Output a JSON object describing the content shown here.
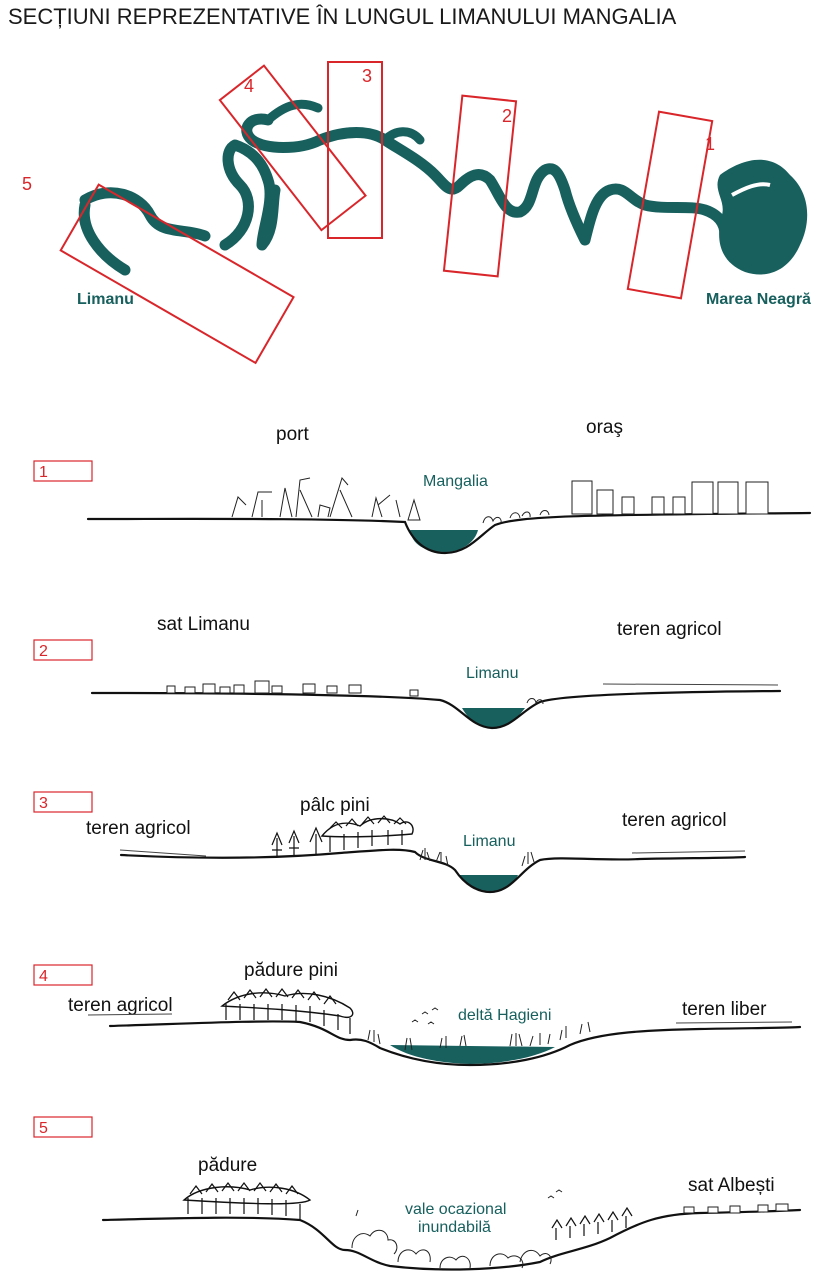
{
  "title": "SECȚIUNI REPREZENTATIVE ÎN LUNGUL LIMANULUI MANGALIA",
  "map": {
    "markers": [
      "5",
      "4",
      "3",
      "2",
      "1"
    ],
    "left_label": "Limanu",
    "right_label": "Marea Neagră"
  },
  "colors": {
    "water": "#17605e",
    "marker": "#d9262b",
    "line": "#111111"
  },
  "sections": [
    {
      "number": "1",
      "water_label": "Mangalia",
      "left_label": "port",
      "right_label": "oraş"
    },
    {
      "number": "2",
      "water_label": "Limanu",
      "left_label": "sat Limanu",
      "right_label": "teren agricol"
    },
    {
      "number": "3",
      "water_label": "Limanu",
      "left_label": "teren agricol",
      "center_label": "pâlc pini",
      "right_label": "teren agricol"
    },
    {
      "number": "4",
      "water_label": "deltă Hagieni",
      "left_label": "teren agricol",
      "center_label": "pădure pini",
      "right_label": "teren liber"
    },
    {
      "number": "5",
      "water_label_line1": "vale ocazional",
      "water_label_line2": "inundabilă",
      "left_label": "pădure",
      "right_label": "sat Albești"
    }
  ]
}
